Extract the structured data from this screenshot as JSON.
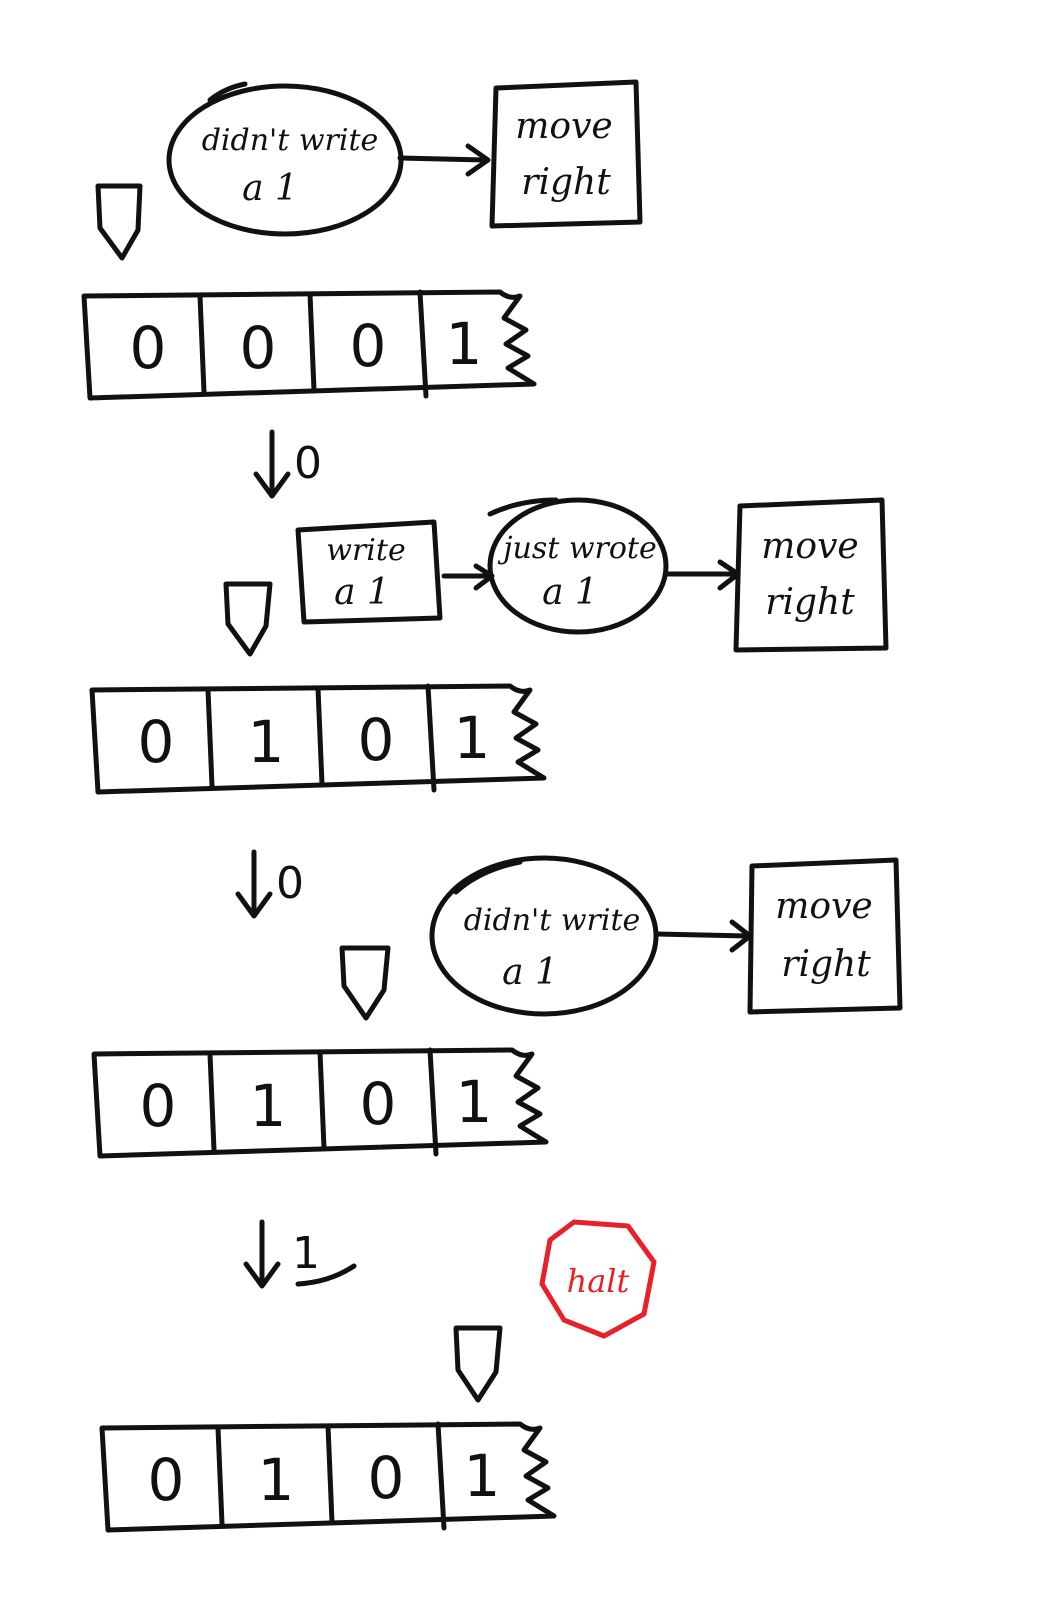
{
  "tapes": [
    {
      "cells": [
        "0",
        "0",
        "0",
        "1"
      ]
    },
    {
      "cells": [
        "0",
        "1",
        "0",
        "1"
      ]
    },
    {
      "cells": [
        "0",
        "1",
        "0",
        "1"
      ]
    },
    {
      "cells": [
        "0",
        "1",
        "0",
        "1"
      ]
    }
  ],
  "reads": [
    "0",
    "0",
    "1"
  ],
  "steps": [
    {
      "nodes": [
        {
          "shape": "ellipse",
          "lines": [
            "didn't write",
            "a 1"
          ]
        },
        {
          "shape": "box",
          "lines": [
            "move",
            "right"
          ]
        }
      ]
    },
    {
      "nodes": [
        {
          "shape": "box",
          "lines": [
            "write",
            "a 1"
          ]
        },
        {
          "shape": "ellipse",
          "lines": [
            "just wrote",
            "a 1"
          ]
        },
        {
          "shape": "box",
          "lines": [
            "move",
            "right"
          ]
        }
      ]
    },
    {
      "nodes": [
        {
          "shape": "ellipse",
          "lines": [
            "didn't write",
            "a 1"
          ]
        },
        {
          "shape": "box",
          "lines": [
            "move",
            "right"
          ]
        }
      ]
    }
  ],
  "halt": {
    "label": "halt",
    "color": "#e8202a"
  },
  "colors": {
    "ink": "#111111",
    "accent": "#e8202a"
  }
}
